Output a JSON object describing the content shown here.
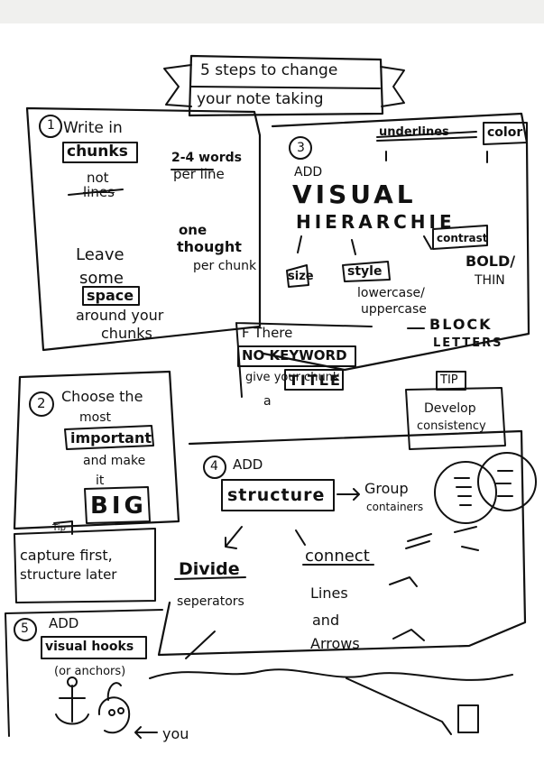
{
  "title": {
    "line1": "5 steps to change",
    "line2": "your note taking"
  },
  "step1": {
    "number": "1",
    "write_in": "Write in",
    "chunks": "chunks",
    "not": "not",
    "lines": "lines",
    "words_range": "2-4 words",
    "per_line": "per line",
    "leave": "Leave",
    "some": "some",
    "space": "space",
    "around_your": "around your",
    "chunks2": "chunks",
    "one": "one",
    "thought": "thought",
    "per_chunk": "per chunk"
  },
  "step3": {
    "number": "3",
    "add": "ADD",
    "visual": "VISUAL",
    "hierarchie": "HIERARCHIE",
    "underlines": "underlines",
    "color": "color",
    "contrast": "contrast",
    "bold_thin": "BOLD/",
    "thin": "THIN",
    "size": "size",
    "style": "style",
    "lowercase": "lowercase/",
    "uppercase": "uppercase",
    "block": "BLOCK",
    "letters": "LETTERS"
  },
  "keyword_note": {
    "if_there": "F There",
    "no_keyword": "NO KEYWORD",
    "give_your_chunk": "give your chunk",
    "a": "a",
    "title": "TITLE"
  },
  "tip": {
    "label": "TIP",
    "develop": "Develop",
    "consistency": "consistency"
  },
  "step2": {
    "number": "2",
    "choose_the": "Choose the",
    "most": "most",
    "important": "important",
    "and_make": "and make",
    "it": "it",
    "big": "BIG"
  },
  "tip2": {
    "label": "Tip",
    "capture_first": "capture first,",
    "structure_later": "structure later"
  },
  "step4": {
    "number": "4",
    "add": "ADD",
    "structure": "structure",
    "group": "Group",
    "containers": "containers",
    "divide": "Divide",
    "separators": "seperators",
    "connect": "connect",
    "lines": "Lines",
    "and": "and",
    "arrows": "Arrows"
  },
  "step5": {
    "number": "5",
    "add": "ADD",
    "visual_hooks": "visual hooks",
    "or_anchors": "(or anchors)",
    "you": "you"
  }
}
